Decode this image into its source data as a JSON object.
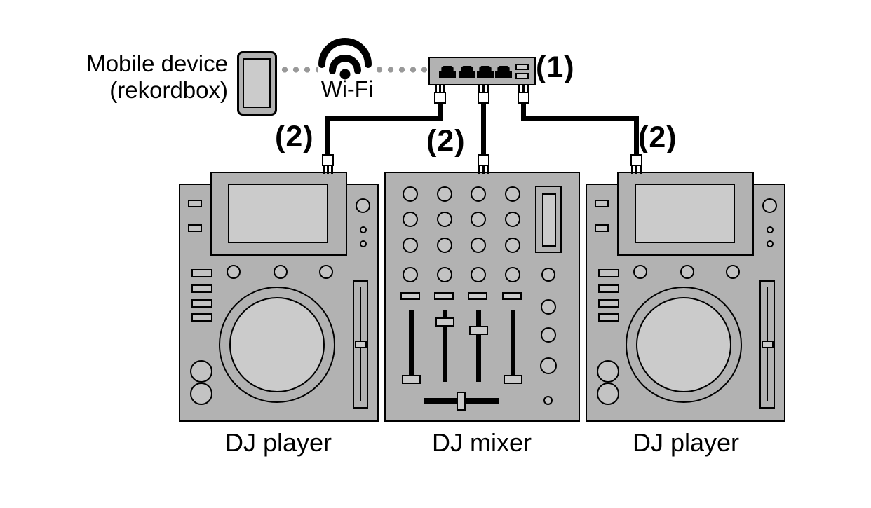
{
  "diagram": {
    "mobile": {
      "label_line1": "Mobile device",
      "label_line2": "(rekordbox)"
    },
    "wifi": {
      "label": "Wi-Fi",
      "icon": "wifi-icon"
    },
    "router": {
      "callout": "(1)",
      "icon": "ethernet-switch-icon",
      "port_count": 4
    },
    "cables": {
      "callout": "(2)",
      "count": 3
    },
    "devices": [
      {
        "label": "DJ player",
        "type": "dj-player"
      },
      {
        "label": "DJ mixer",
        "type": "dj-mixer"
      },
      {
        "label": "DJ player",
        "type": "dj-player"
      }
    ],
    "colors": {
      "background": "#ffffff",
      "outline": "#000000",
      "device_fill": "#b2b2b2",
      "panel_light": "#cbcbcb",
      "knob_fill": "#c3c3c3",
      "cable": "#000000",
      "connector_fill": "#ffffff",
      "wireless_dot": "#999999"
    }
  }
}
